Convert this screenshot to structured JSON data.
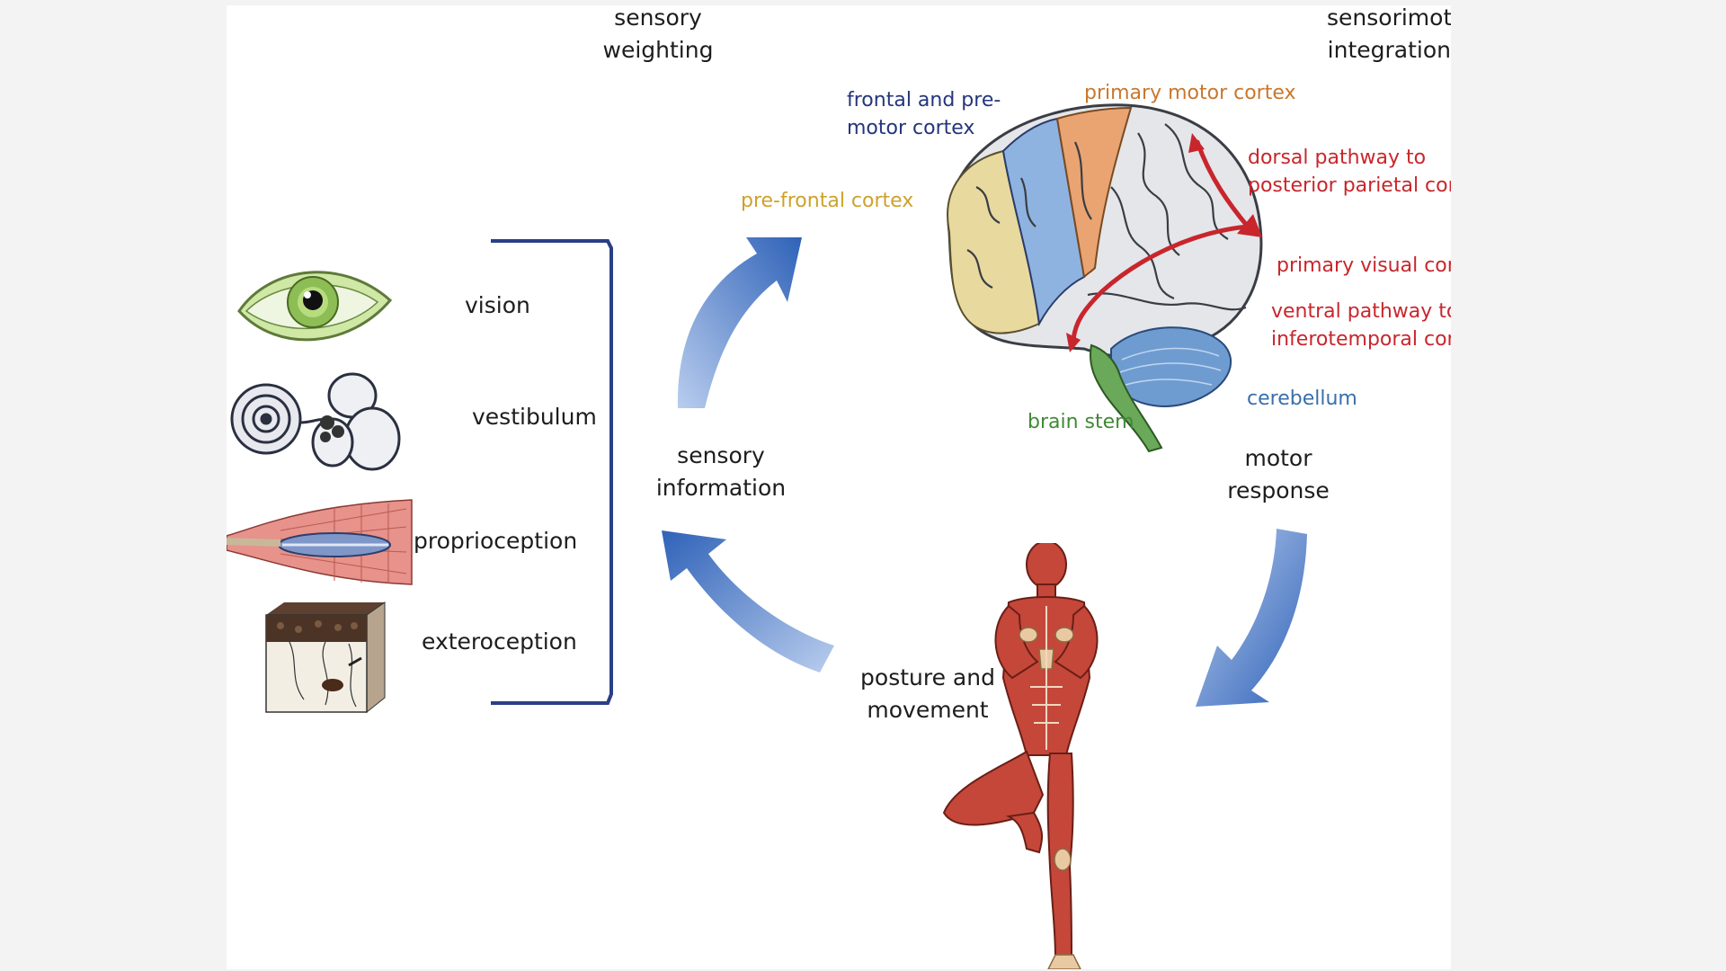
{
  "labels": {
    "sensory_weighting": [
      "sensory",
      "weighting"
    ],
    "sensorimotor_integration": [
      "sensorimoto",
      "integration"
    ],
    "sensory_information": [
      "sensory",
      "information"
    ],
    "motor_response": [
      "motor",
      "response"
    ],
    "posture_and_movement": [
      "posture and",
      "movement"
    ]
  },
  "senses": [
    "vision",
    "vestibulum",
    "proprioception",
    "exteroception"
  ],
  "brain_regions": {
    "frontal_premotor": [
      "frontal and pre-",
      "motor cortex"
    ],
    "primary_motor": "primary motor cortex",
    "prefrontal": "pre-frontal cortex",
    "dorsal_pathway": [
      "dorsal pathway to",
      "posterior parietal cort"
    ],
    "primary_visual": "primary visual cort",
    "ventral_pathway": [
      "ventral pathway to",
      "inferotemporal cor"
    ],
    "cerebellum": "cerebellum",
    "brain_stem": "brain stem"
  },
  "colors": {
    "arrow_blue": "#3d6fc0",
    "bracket": "#2a3f86",
    "frontal_blue": "#24357c",
    "motor_orange": "#c9772d",
    "prefrontal_yellow": "#cea12c",
    "pathway_red": "#c8262c",
    "cerebellum_blue": "#3a6fab",
    "brainstem_green": "#3f8a35"
  }
}
